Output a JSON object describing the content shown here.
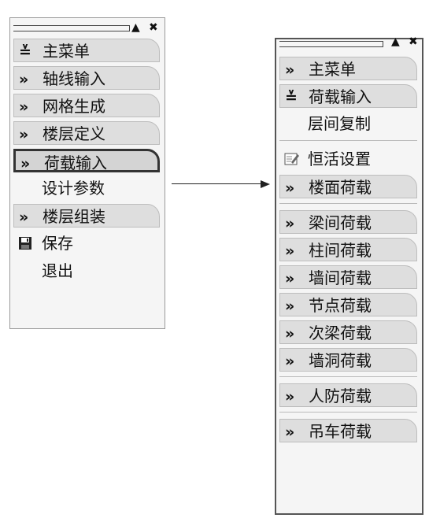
{
  "left_panel": {
    "title_buttons": {
      "pin": "▲",
      "close": "✖"
    },
    "items": [
      {
        "type": "tab",
        "chev": "≚",
        "label": "主菜单"
      },
      {
        "type": "tab",
        "chev": "»",
        "label": "轴线输入"
      },
      {
        "type": "tab",
        "chev": "»",
        "label": "网格生成"
      },
      {
        "type": "tab",
        "chev": "»",
        "label": "楼层定义"
      },
      {
        "type": "tab",
        "chev": "»",
        "label": "荷载输入",
        "selected": true
      },
      {
        "type": "plain",
        "label": "设计参数"
      },
      {
        "type": "tab",
        "chev": "»",
        "label": "楼层组装"
      },
      {
        "type": "iconed",
        "icon": "save-icon",
        "label": "保存"
      },
      {
        "type": "plain",
        "label": "退出"
      }
    ]
  },
  "right_panel": {
    "title_buttons": {
      "pin": "▲",
      "close": "✖"
    },
    "items": [
      {
        "type": "tab",
        "chev": "»",
        "label": "主菜单"
      },
      {
        "type": "tab",
        "chev": "≚",
        "label": "荷载输入"
      },
      {
        "type": "plain",
        "label": "层间复制"
      },
      {
        "type": "sep"
      },
      {
        "type": "iconed",
        "icon": "edit-icon",
        "label": "恒活设置"
      },
      {
        "type": "tab",
        "chev": "»",
        "label": "楼面荷载"
      },
      {
        "type": "sep"
      },
      {
        "type": "tab",
        "chev": "»",
        "label": "梁间荷载"
      },
      {
        "type": "tab",
        "chev": "»",
        "label": "柱间荷载"
      },
      {
        "type": "tab",
        "chev": "»",
        "label": "墙间荷载"
      },
      {
        "type": "tab",
        "chev": "»",
        "label": "节点荷载"
      },
      {
        "type": "tab",
        "chev": "»",
        "label": "次梁荷载"
      },
      {
        "type": "tab",
        "chev": "»",
        "label": "墙洞荷载"
      },
      {
        "type": "sep"
      },
      {
        "type": "tab",
        "chev": "»",
        "label": "人防荷载"
      },
      {
        "type": "sep"
      },
      {
        "type": "tab",
        "chev": "»",
        "label": "吊车荷载"
      }
    ]
  }
}
